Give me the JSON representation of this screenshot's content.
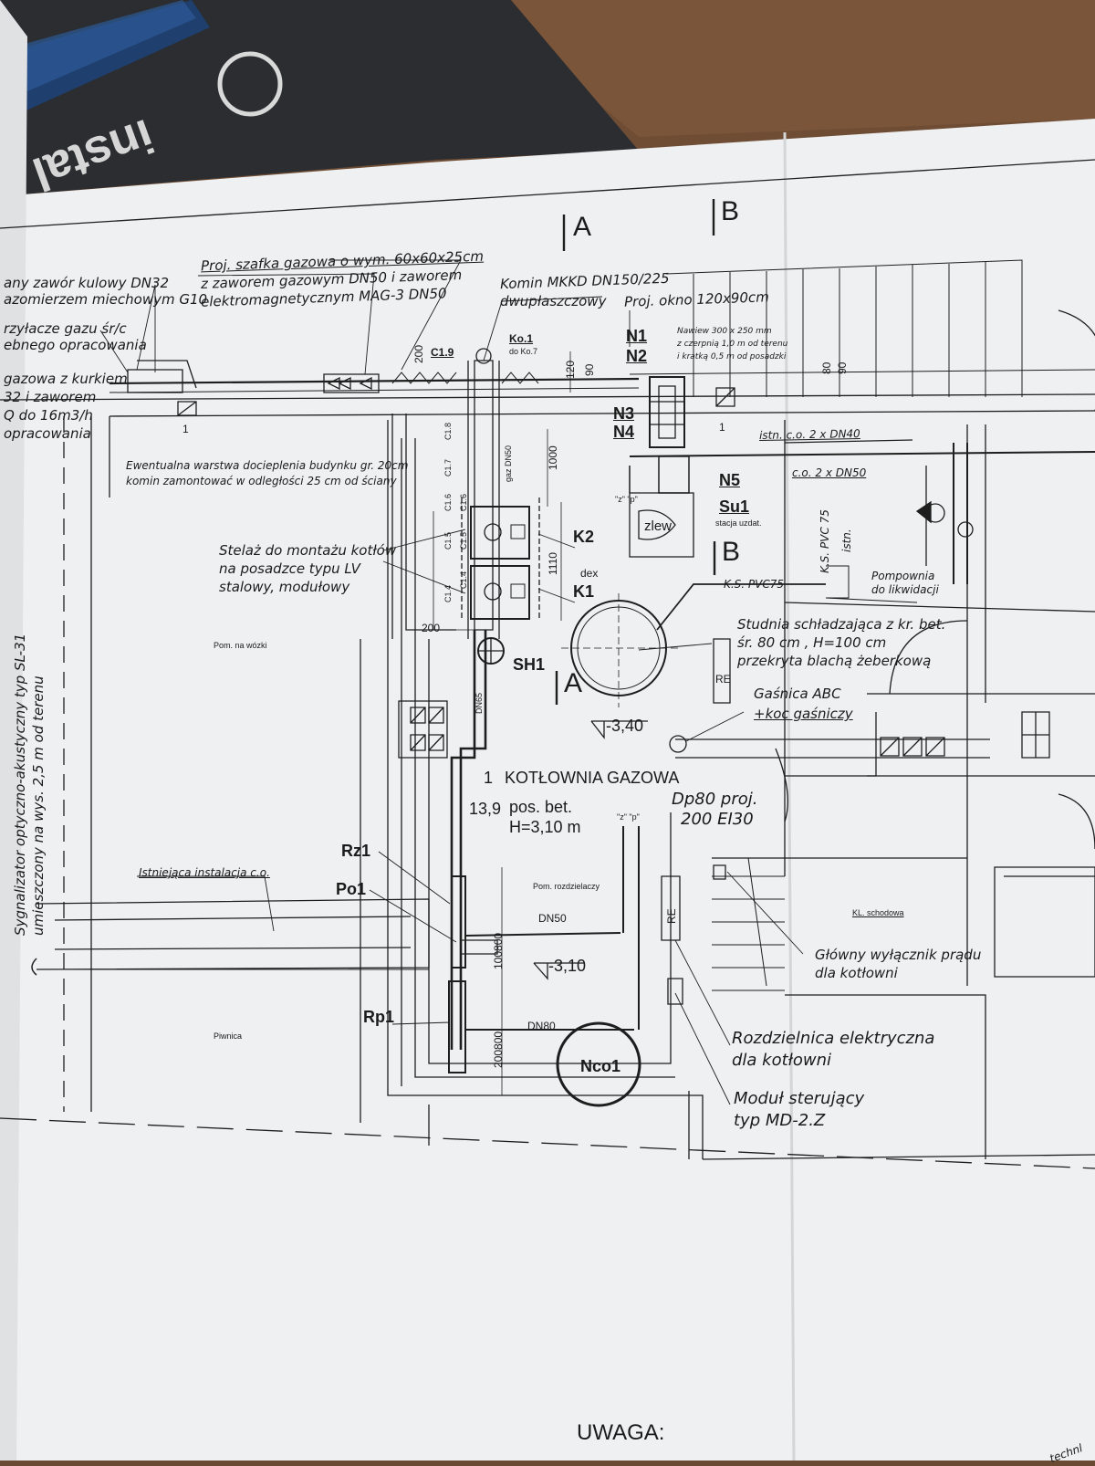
{
  "folder": {
    "brand_text": "instal"
  },
  "section_marks": {
    "a_top": "A",
    "b_top": "B",
    "b_mid": "B",
    "a_mid": "A"
  },
  "left_edge_notes": [
    "any zawór kulowy DN32",
    "azomierzem miechowym G10",
    "rzyłacze gazu śr/c",
    "ebnego opracowania",
    "gazowa z kurkiem",
    "32 i zaworem",
    "Q do 16m3/h",
    "opracowania"
  ],
  "notes": {
    "gas_cabinet": [
      "Proj. szafka gazowa o wym. 60x60x25cm",
      "z zaworem gazowym DN50 i zaworem",
      "elektromagnetycznym MAG-3 DN50"
    ],
    "chimney": [
      "Komin MKKD DN150/225",
      "dwupłaszczowy"
    ],
    "window": "Proj. okno 120x90cm",
    "canopy": [
      "Nawiew 300 x 250 mm",
      "z czerpnią 1,0 m od terenu",
      "i kratką 0,5 m od posadzki"
    ],
    "insulation": [
      "Ewentualna warstwa docieplenia budynku gr. 20cm",
      "komin zamontować w odległości 25 cm od ściany"
    ],
    "frame": [
      "Stelaż do montażu kotłów",
      "na posadzce typu LV",
      "stalowy, modułowy"
    ],
    "existing_co_top": "istn. c.o. 2 x DN40",
    "co_dn50": "c.o. 2 x DN50",
    "ks_pvc75_vertical": "K.S. PVC 75",
    "istn": "istn.",
    "pump_station": [
      "Pompownia",
      "do likwidacji"
    ],
    "ks_pvc75": "K.S. PVC75",
    "well": [
      "Studnia schładzająca z kr. bet.",
      "śr. 80 cm , H=100 cm",
      "przekryta blachą żeberkową"
    ],
    "extinguisher": [
      "Gaśnica ABC",
      "+koc gaśniczy"
    ],
    "door": [
      "Dp80 proj.",
      "200 EI30"
    ],
    "existing_co": "Istniejąca instalacja c.o.",
    "main_switch": [
      "Główny wyłącznik prądu",
      "dla kotłowni"
    ],
    "switchboard": [
      "Rozdzielnica elektryczna",
      "dla kotłowni"
    ],
    "control_module": [
      "Moduł sterujący",
      "typ MD-2.Z"
    ],
    "signalizer": [
      "Sygnalizator optyczno-akustyczny typ SL-31",
      "umieszczony na wys. 2,5 m od terenu"
    ],
    "warning": "UWAGA:"
  },
  "rooms": {
    "pom_na_wozki": "Pom. na wózki",
    "piwnica": "Piwnica",
    "pom_rozdzielaczy": "Pom. rozdzielaczy",
    "kl_schodowa": "KL. schodowa",
    "zlew": "zlew",
    "boiler_room_no": "1",
    "boiler_room_name": "KOTŁOWNIA GAZOWA",
    "boiler_room_area": "13,9",
    "boiler_room_floor": "pos. bet.",
    "boiler_room_height": "H=3,10 m"
  },
  "elevations": {
    "e1": "-3,40",
    "e2": "-3,10"
  },
  "tags": {
    "c19": "C1.9",
    "ko1": "Ko.1",
    "do_ko7": "do Ko.7",
    "n1": "N1",
    "n2": "N2",
    "n3": "N3",
    "n4": "N4",
    "n5": "N5",
    "su1": "Su1",
    "su1_note": "stacja uzdat.",
    "k1": "K1",
    "k2": "K2",
    "dex": "dex",
    "sh1": "SH1",
    "rz1": "Rz1",
    "po1": "Po1",
    "rp1": "Rp1",
    "nco1": "Nco1",
    "re1": "RE",
    "re2": "RE",
    "zp1": "\"z\" \"p\"",
    "zp2": "\"z\" \"p\"",
    "one_a": "1",
    "one_b": "1",
    "gaz_dn50": "gaz DN50",
    "dn65": "DN65",
    "dn50": "DN50",
    "dn80": "DN80",
    "c_tags": [
      "C1.8",
      "C1.7",
      "C1.6",
      "C1.5",
      "C1.4"
    ],
    "c_tags_b": [
      "C1.6",
      "C1.5",
      "C1.4"
    ]
  },
  "dimensions": {
    "d200_top": "200",
    "d120": "120",
    "d90a": "90",
    "d80": "80",
    "d90b": "90",
    "d1000": "1000",
    "d1110": "1110",
    "d200_side": "200",
    "d1008": "100800",
    "d2008": "200800"
  },
  "footer_corner": "technl"
}
